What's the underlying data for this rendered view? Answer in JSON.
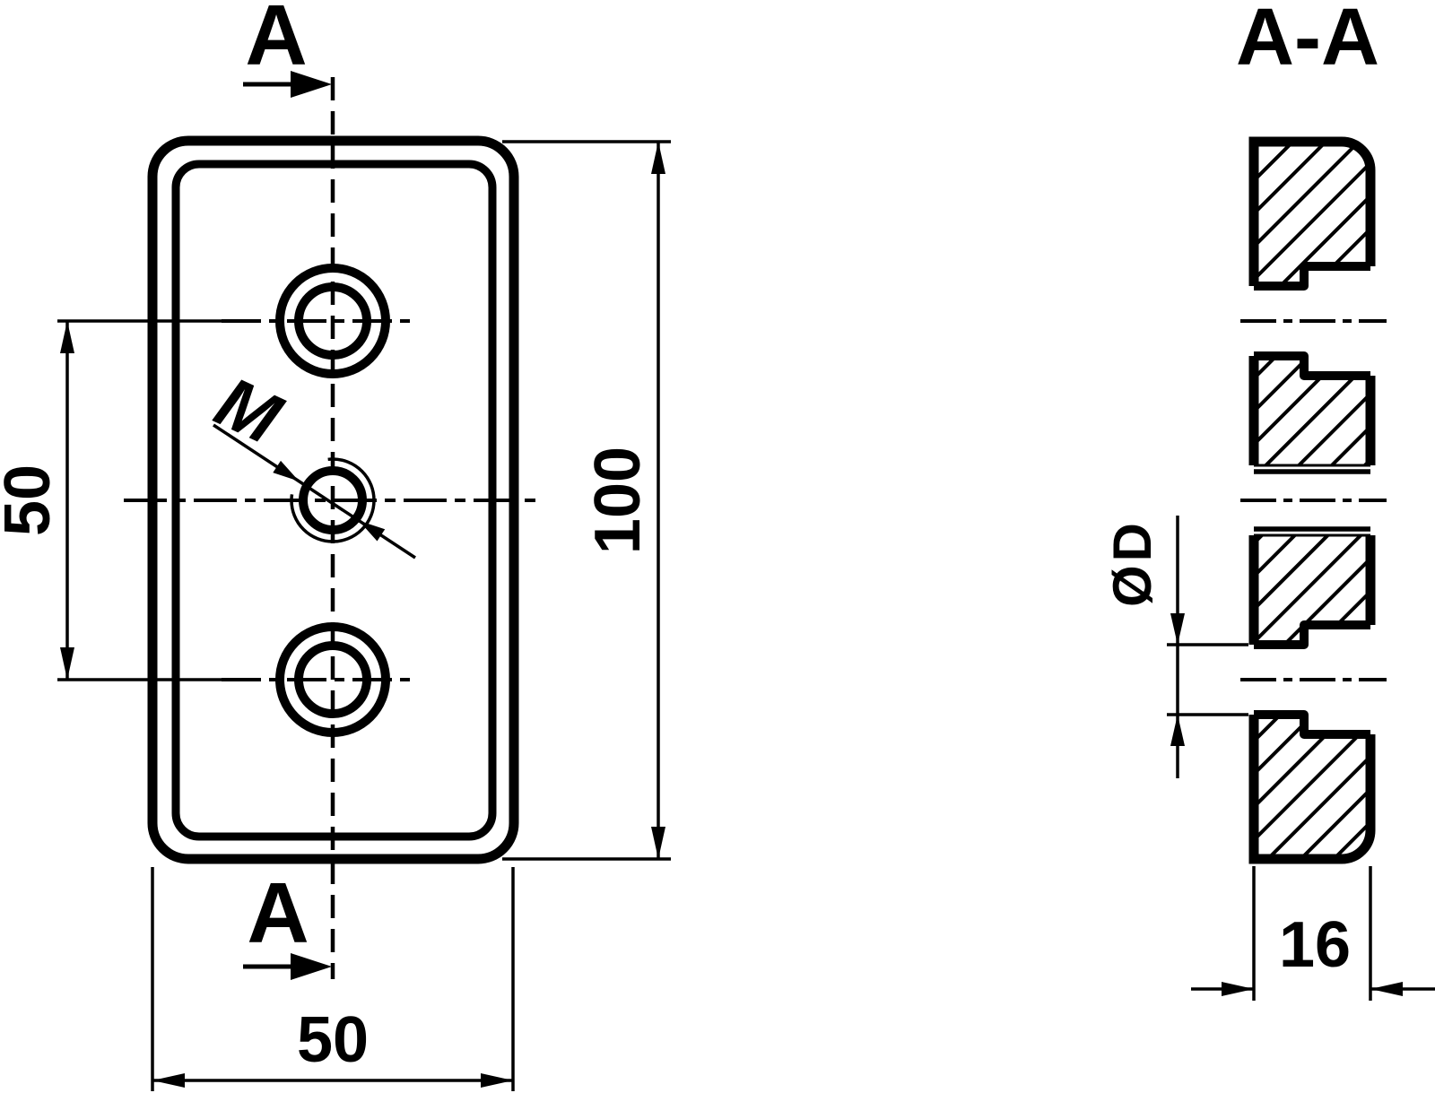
{
  "colors": {
    "ink": "#000000",
    "background": "#ffffff"
  },
  "front_view": {
    "section_arrow_top_label": "A",
    "section_arrow_bottom_label": "A",
    "thread_label": "M",
    "dim_hole_spacing": "50",
    "dim_plate_height": "100",
    "dim_plate_width": "50"
  },
  "section_view": {
    "title": "A-A",
    "dim_bore_diameter": "ØD",
    "dim_plate_thickness": "16"
  }
}
